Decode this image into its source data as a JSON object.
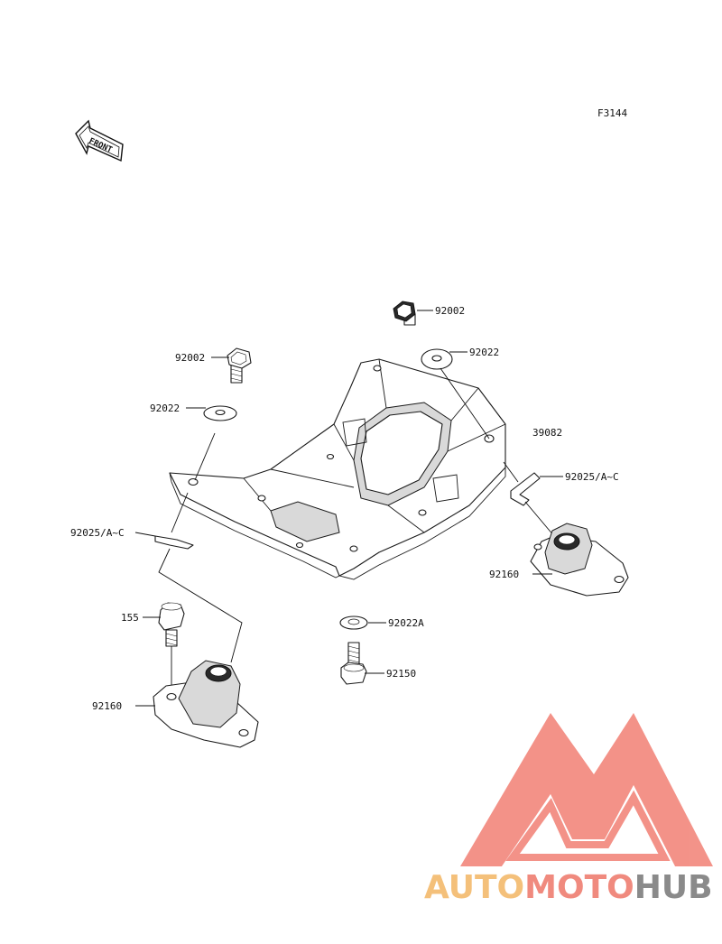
{
  "figure_code": "F3144",
  "front_marker": "FRONT",
  "parts": {
    "bolt_top_right": "92002",
    "washer_top_right": "92022",
    "bracket": "39082",
    "clip_right": "92025/A~C",
    "mount_right": "92160",
    "bolt_top_left": "92002",
    "washer_top_left": "92022",
    "clip_left": "92025/A~C",
    "bolt_left": "155",
    "mount_left": "92160",
    "washer_center": "92022A",
    "bolt_center": "92150"
  },
  "watermark": {
    "part1": "AUTO",
    "part2": "MOTO",
    "part3": "HUB",
    "color_auto": "#f4c07a",
    "color_moto": "#f08a7e",
    "color_hub": "#8a8a8a",
    "logo_color": "#f2877c"
  }
}
